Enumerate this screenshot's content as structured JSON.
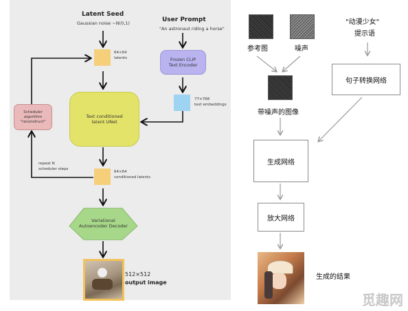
{
  "left_diagram": {
    "latent_seed": {
      "title": "Latent Seed",
      "subtitle": "Gaussian noise ~N(0,1)"
    },
    "user_prompt": {
      "title": "User Prompt",
      "subtitle": "\"An astronaut riding a horse\""
    },
    "latents": {
      "size": "64×64",
      "label": "latents"
    },
    "clip": {
      "line1": "Frozen CLIP",
      "line2": "Text Encoder"
    },
    "text_embeddings": {
      "size": "77×768",
      "label": "text embeddings"
    },
    "unet": {
      "line1": "Text conditioned",
      "line2": "latent UNet"
    },
    "scheduler": {
      "line1": "Scheduler",
      "line2": "algorithm",
      "line3": "\"reconstruct\""
    },
    "repeat": {
      "line1": "repeat N",
      "line2": "scheduler steps"
    },
    "cond_latents": {
      "size": "64×64",
      "label": "conditioned latents"
    },
    "vae": {
      "line1": "Variational",
      "line2": "Autoencoder Decoder"
    },
    "output": {
      "size": "512×512",
      "label": "output image"
    },
    "colors": {
      "panel": "#ececec",
      "latent": "#f5cf7a",
      "clip": "#b9b4f0",
      "embed": "#9fd3f2",
      "unet": "#e3e36a",
      "scheduler": "#eab9b9",
      "vae": "#a7d88a"
    }
  },
  "right_diagram": {
    "ref_image_label": "参考图",
    "noise_label": "噪声",
    "prompt_line1": "\"动漫少女\"",
    "prompt_line2": "提示语",
    "sentence_net": "句子转换网络",
    "noisy_image_label": "带噪声的图像",
    "generate_net": "生成网络",
    "upscale_net": "放大网络",
    "result_label": "生成的结果"
  },
  "watermark": "觅趣网"
}
